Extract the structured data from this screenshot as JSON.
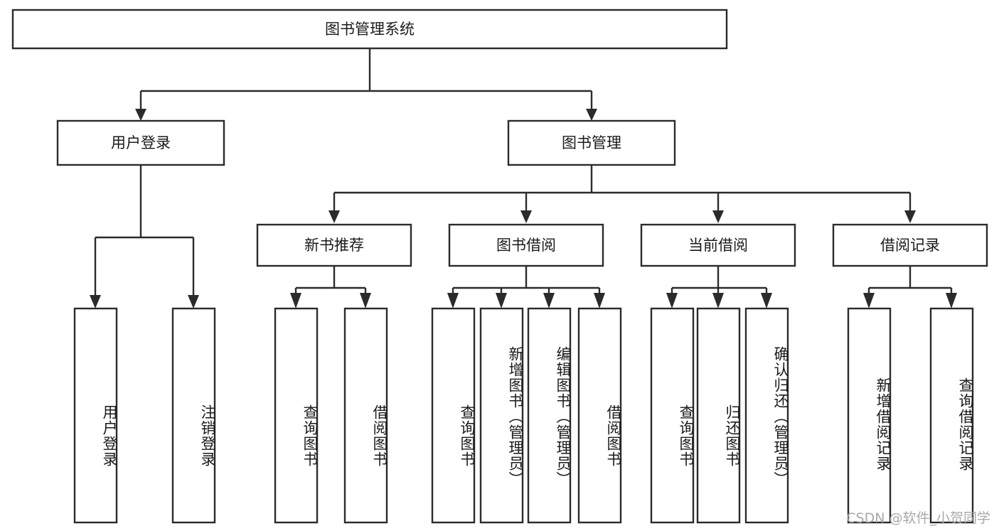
{
  "diagram": {
    "type": "tree",
    "title": "图书管理系统",
    "orientation": "top-down",
    "root": {
      "id": "root",
      "label": "图书管理系统"
    },
    "level2": [
      {
        "id": "user-login",
        "label": "用户登录"
      },
      {
        "id": "book-manage",
        "label": "图书管理"
      }
    ],
    "level3": [
      {
        "id": "new-book-recommend",
        "label": "新书推荐"
      },
      {
        "id": "book-borrow",
        "label": "图书借阅"
      },
      {
        "id": "current-borrow",
        "label": "当前借阅"
      },
      {
        "id": "borrow-record",
        "label": "借阅记录"
      }
    ],
    "leaves": {
      "user_login": [
        {
          "id": "leaf-user-login",
          "label": "用户登录"
        },
        {
          "id": "leaf-logout-login",
          "label": "注销登录"
        }
      ],
      "new_book_recommend": [
        {
          "id": "leaf-query-book-1",
          "label": "查询图书"
        },
        {
          "id": "leaf-borrow-book-1",
          "label": "借阅图书"
        }
      ],
      "book_borrow": [
        {
          "id": "leaf-query-book-2",
          "label": "查询图书"
        },
        {
          "id": "leaf-add-book",
          "label": "新增图书（管理员）"
        },
        {
          "id": "leaf-edit-book",
          "label": "编辑图书（管理员）"
        },
        {
          "id": "leaf-borrow-book-2",
          "label": "借阅图书"
        }
      ],
      "current_borrow": [
        {
          "id": "leaf-query-book-3",
          "label": "查询图书"
        },
        {
          "id": "leaf-return-book",
          "label": "归还图书"
        },
        {
          "id": "leaf-confirm-return",
          "label": "确认归还（管理员）"
        }
      ],
      "borrow_record": [
        {
          "id": "leaf-add-record",
          "label": "新增借阅记录"
        },
        {
          "id": "leaf-query-record",
          "label": "查询借阅记录"
        }
      ]
    }
  },
  "watermark": {
    "text": "CSDN @软件_小贺同学"
  },
  "colors": {
    "stroke": "#2b2b2b",
    "fill": "#ffffff",
    "text": "#1a1a1a",
    "watermark": "#a9a9a9",
    "background": "#ffffff"
  }
}
